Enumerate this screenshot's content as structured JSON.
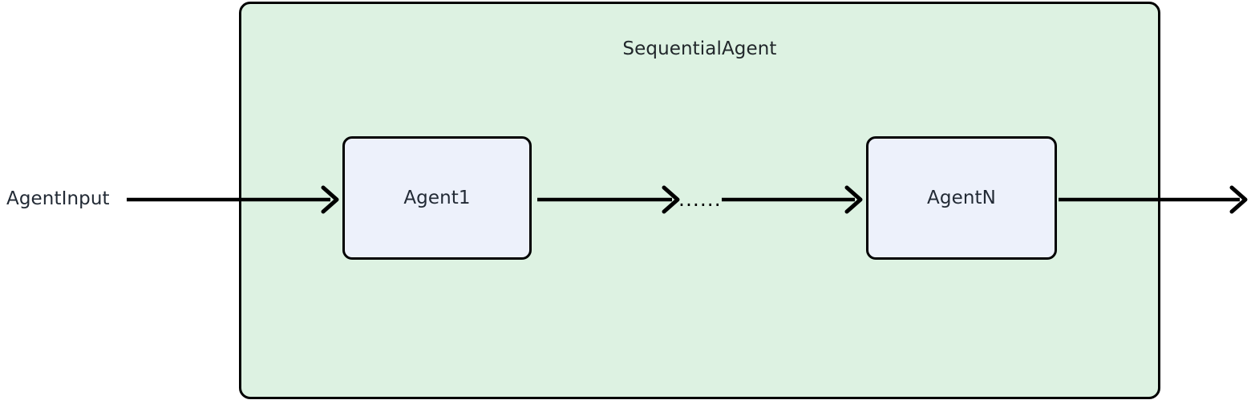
{
  "diagram": {
    "type": "flow",
    "title": "SequentialAgent",
    "background_color": "#ffffff",
    "container": {
      "label": "SequentialAgent",
      "fill_color": "#ddf2e2",
      "border_color": "#000000"
    },
    "external_input": {
      "label": "AgentInput"
    },
    "nodes": [
      {
        "id": "agent1",
        "label": "Agent1",
        "fill_color": "#edf1fb",
        "border_color": "#000000"
      },
      {
        "id": "agentN",
        "label": "AgentN",
        "fill_color": "#edf1fb",
        "border_color": "#000000"
      }
    ],
    "ellipsis": {
      "label": "......"
    },
    "edges": [
      {
        "id": "edge-input-agent1",
        "from": "AgentInput",
        "to": "Agent1",
        "arrowhead": "open"
      },
      {
        "id": "edge-agent1-ellipsis",
        "from": "Agent1",
        "to": "......",
        "arrowhead": "open"
      },
      {
        "id": "edge-ellipsis-agentn",
        "from": "......",
        "to": "AgentN",
        "arrowhead": "open"
      },
      {
        "id": "edge-agentn-output",
        "from": "AgentN",
        "to": "output",
        "arrowhead": "open"
      }
    ]
  }
}
